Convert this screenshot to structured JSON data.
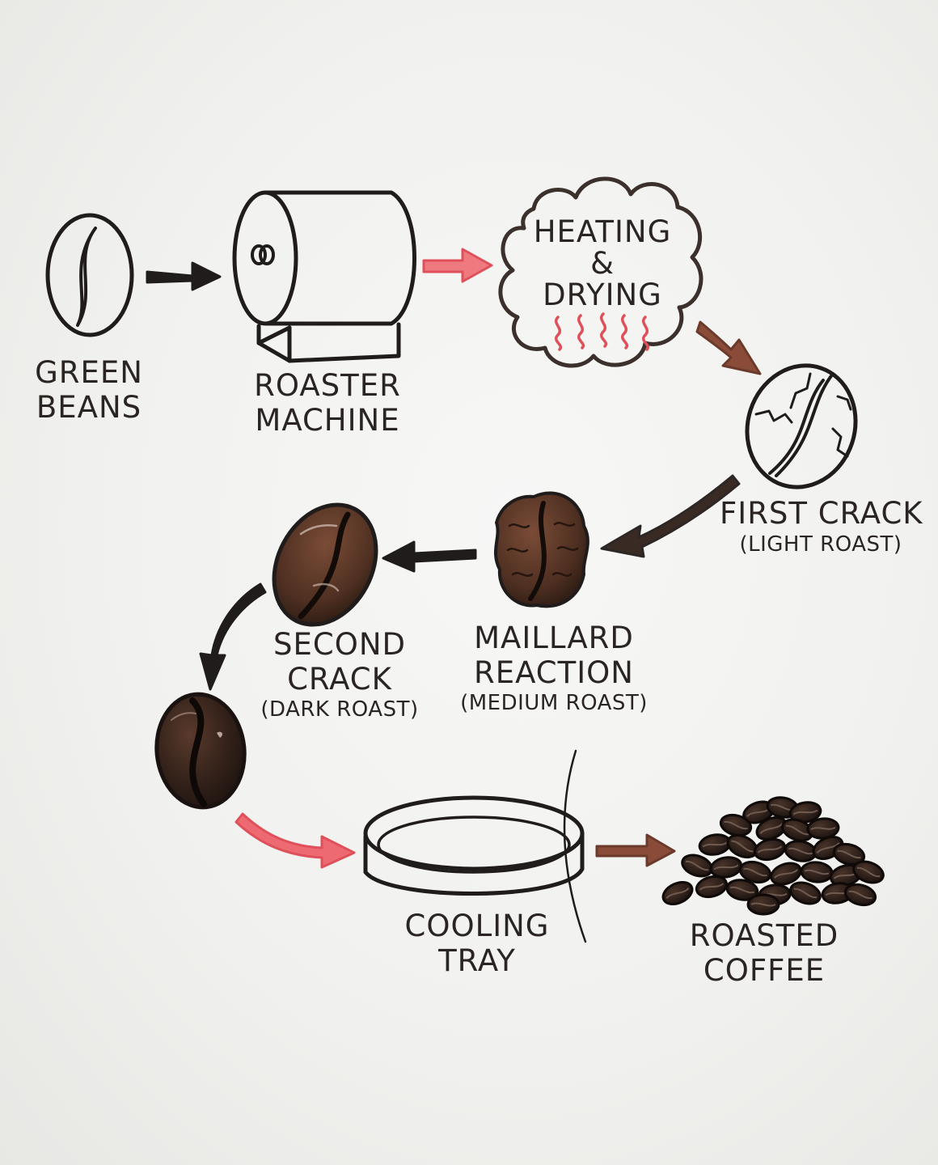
{
  "colors": {
    "ink_black": "#201c1b",
    "ink_brown": "#7a4432",
    "ink_red": "#e0505a",
    "bean_dark": "#2e1d16",
    "bean_medium": "#5c3626"
  },
  "steps": [
    {
      "id": "green-beans",
      "line1": "GREEN",
      "line2": "BEANS",
      "sub": ""
    },
    {
      "id": "roaster-machine",
      "line1": "ROASTER",
      "line2": "MACHINE",
      "sub": ""
    },
    {
      "id": "heating-drying",
      "line1": "HEATING",
      "line2": "&",
      "line3": "DRYING"
    },
    {
      "id": "first-crack",
      "line1": "FIRST CRACK",
      "sub": "(LIGHT ROAST)"
    },
    {
      "id": "maillard-reaction",
      "line1": "MAILLARD",
      "line2": "REACTION",
      "sub": "(MEDIUM ROAST)"
    },
    {
      "id": "second-crack",
      "line1": "SECOND",
      "line2": "CRACK",
      "sub": "(DARK ROAST)"
    },
    {
      "id": "cooling-tray",
      "line1": "COOLING",
      "line2": "TRAY"
    },
    {
      "id": "roasted-coffee",
      "line1": "ROASTED",
      "line2": "COFFEE"
    }
  ],
  "icons": [
    "green-bean-icon",
    "roaster-drum-icon",
    "heat-cloud-icon",
    "cracked-bean-icon",
    "medium-roast-bean-icon",
    "dark-roast-bean-icon",
    "cooling-tray-icon",
    "coffee-bean-pile-icon"
  ]
}
